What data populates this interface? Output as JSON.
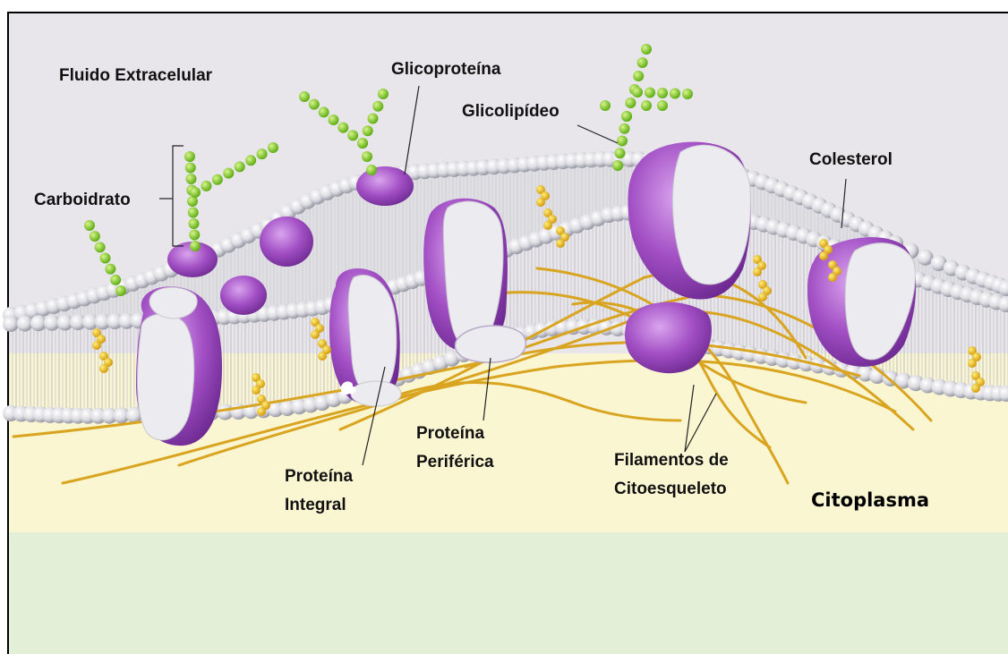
{
  "diagram": {
    "labels": {
      "extracellular": "Fluido Extracelular",
      "glycoprotein": "Glicoproteína",
      "glycolipid": "Glicolipídeo",
      "carbohydrate": "Carboidrato",
      "cholesterol": "Colesterol",
      "peripheral_protein_1": "Proteína",
      "peripheral_protein_2": "Periférica",
      "integral_protein_1": "Proteína",
      "integral_protein_2": "Integral",
      "filaments_1": "Filamentos de",
      "filaments_2": "Citoesqueleto",
      "cytoplasm": "Citoplasma"
    },
    "colors": {
      "extracellular": "#e8e6ea",
      "cytoplasm": "#fbf6d2",
      "bottom_band": "#e4efd8",
      "protein": "#a24fc4",
      "protein_face": "#ecebf0",
      "sugar": "#8fd22a",
      "filament": "#d9a520",
      "cholesterol": "#f0c21a",
      "lipid_head": "#e2e2e6"
    }
  }
}
